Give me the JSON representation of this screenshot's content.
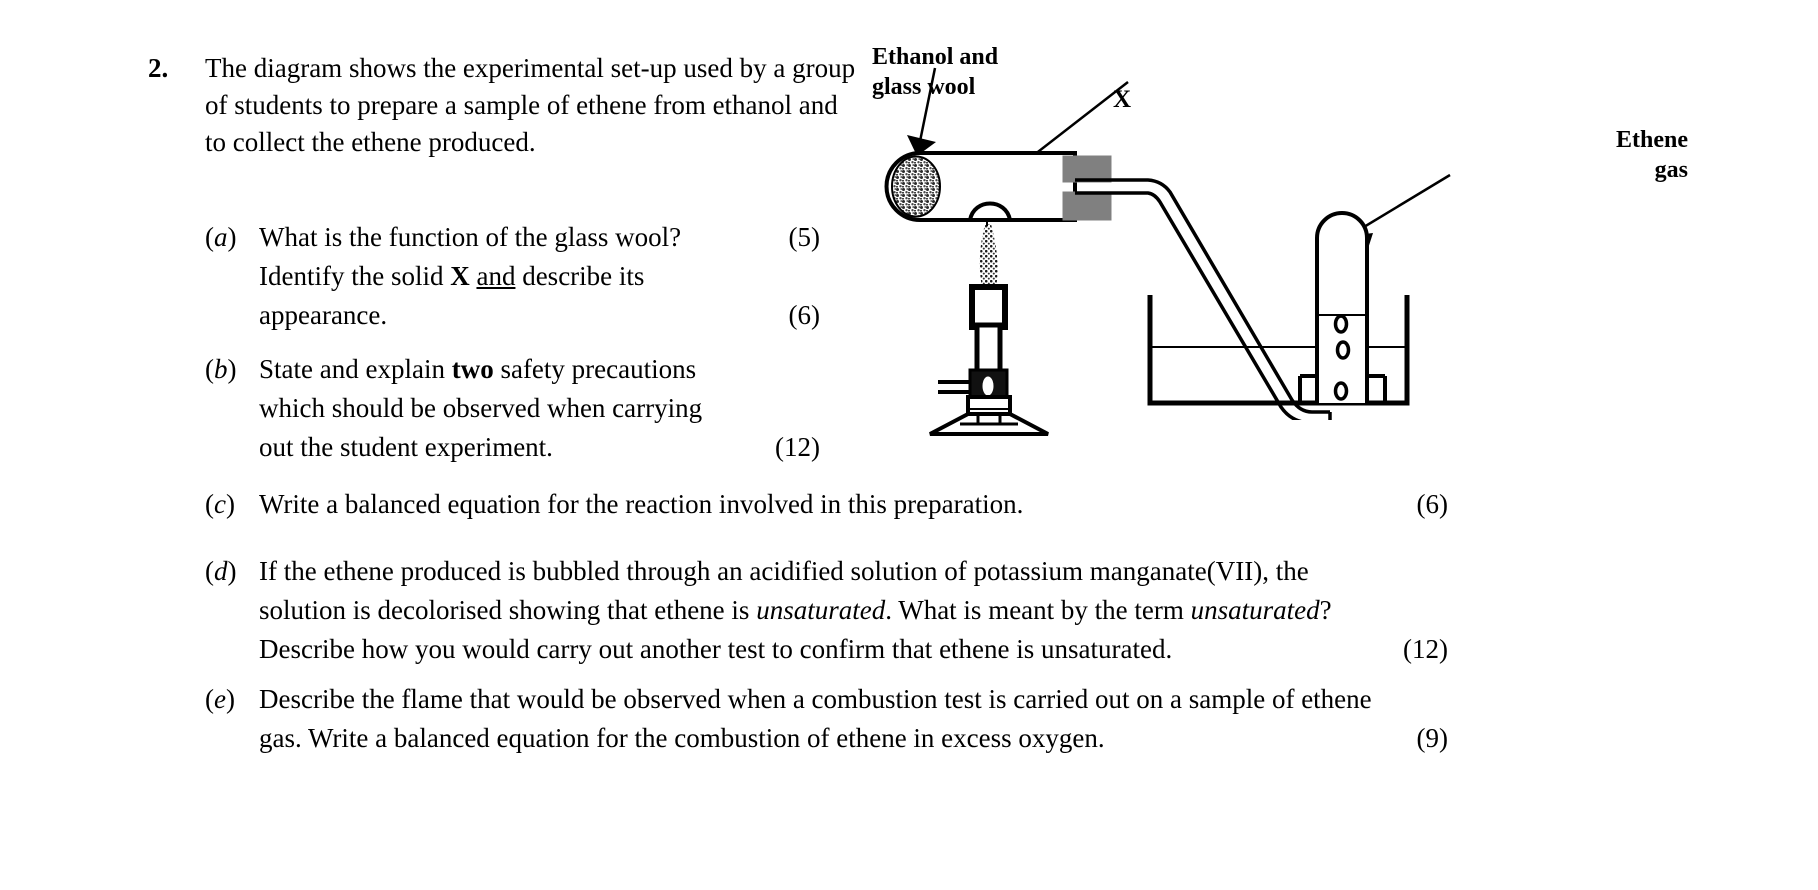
{
  "question": {
    "number": "2.",
    "intro": "The diagram shows the experimental set-up used by a group of students to prepare a sample of ethene from ethanol and to collect the ethene produced."
  },
  "parts": {
    "a": {
      "letter_open": "(",
      "letter": "a",
      "letter_close": ")",
      "line1": "What is the function of the glass wool?",
      "line2_pre": "Identify the solid ",
      "line2_bold": "X",
      "line2_mid": " ",
      "line2_underline": "and",
      "line2_post": " describe its",
      "line3": "appearance.",
      "marks1": "(5)",
      "marks2": "(6)"
    },
    "b": {
      "letter_open": "(",
      "letter": "b",
      "letter_close": ")",
      "line1_pre": "State and explain ",
      "line1_bold": "two",
      "line1_post": " safety precautions",
      "line2": "which should be observed when carrying",
      "line3": "out the student experiment.",
      "marks1": "(12)"
    },
    "c": {
      "letter_open": "(",
      "letter": "c",
      "letter_close": ")",
      "line1": "Write a balanced equation for the reaction involved in this preparation.",
      "marks1": "(6)"
    },
    "d": {
      "letter_open": "(",
      "letter": "d",
      "letter_close": ")",
      "line1": "If the ethene produced is bubbled through an acidified solution of potassium manganate(VII), the",
      "line2_pre": "solution is decolorised showing that ethene is ",
      "line2_italic1": "unsaturated",
      "line2_mid": ". What is meant by the term ",
      "line2_italic2": "unsaturated",
      "line2_post": "?",
      "line3": "Describe how you would carry out another test to confirm that ethene is unsaturated.",
      "marks1": "(12)"
    },
    "e": {
      "letter_open": "(",
      "letter": "e",
      "letter_close": ")",
      "line1": "Describe the flame that would be observed when a combustion test is carried out on a sample of ethene",
      "line2": "gas. Write a balanced equation for the combustion of ethene in excess oxygen.",
      "marks1": "(9)"
    }
  },
  "diagram": {
    "label_ethanol": "Ethanol and\nglass wool",
    "label_x": "X",
    "label_ethene": "Ethene\ngas",
    "colors": {
      "outline": "#000000",
      "stopper_fill": "#808080",
      "paper": "#ffffff"
    }
  }
}
